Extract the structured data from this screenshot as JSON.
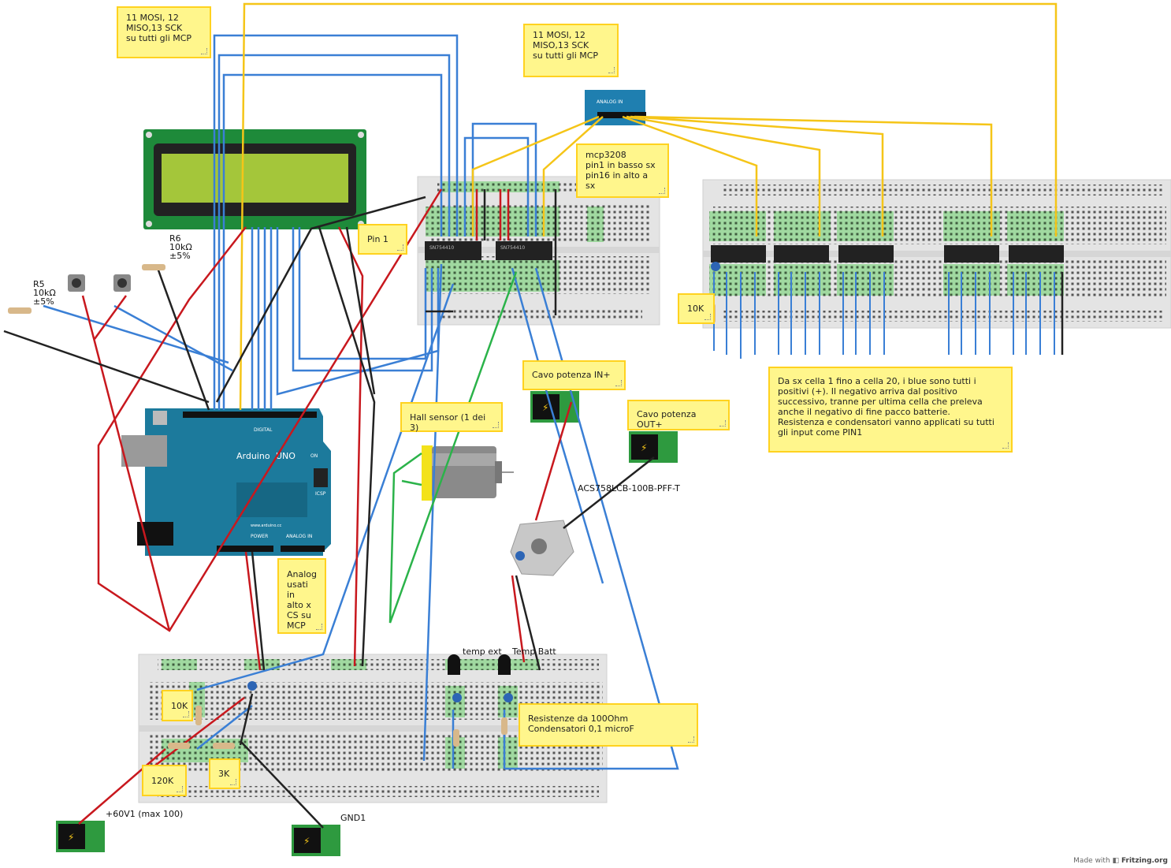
{
  "notes": {
    "spi_left": "11 MOSI, 12\nMISO,13 SCK\nsu tutti gli MCP",
    "spi_right": "11 MOSI, 12\nMISO,13 SCK\nsu tutti gli MCP",
    "mcp3208": "mcp3208\npin1 in basso sx\npin16 in alto a sx",
    "pin1": "Pin 1",
    "hall": "Hall sensor (1 dei 3)",
    "cavo_in": "Cavo potenza IN+",
    "cavo_out": "Cavo potenza OUT+",
    "description": "Da sx cella 1 fino a cella 20, i blue sono tutti i positivi (+). Il negativo arriva dal positivo successivo, tranne per ultima cella che preleva anche il negativo di fine pacco batterie.\nResistenza e condensatori vanno applicati su tutti gli input come PIN1",
    "analog": "Analog\nusati in\nalto x\nCS su\nMCP",
    "resistenze": "Resistenze da 100Ohm\nCondensatori 0,1 microF",
    "r10k_top": "10K",
    "r10k_bottom": "10K",
    "r120k": "120K",
    "r3k": "3K"
  },
  "labels": {
    "r6": "R6\n10kΩ\n±5%",
    "r5": "R5\n10kΩ\n±5%",
    "acs": "ACS758LCB-100B-PFF-T",
    "temp_ext": "temp ext",
    "temp_batt": "Temp Batt",
    "v60": "+60V1 (max 100)",
    "gnd1": "GND1",
    "chip": "SN754410",
    "arduino_brand": "Arduino",
    "arduino_model": "UNO",
    "analog_in": "ANALOG IN",
    "digital": "DIGITAL",
    "power": "POWER",
    "icsp": "ICSP",
    "on": "ON",
    "url": "www.arduino.cc",
    "adc_label": "ANALOG IN"
  },
  "footer": {
    "made_with": "Made with",
    "brand": "Fritzing.org"
  },
  "colors": {
    "note_bg": "#fff68c",
    "note_border": "#ffd21f",
    "wire_blue": "#3a7fd5",
    "wire_yellow": "#f5c518",
    "wire_red": "#c8181e",
    "wire_black": "#222222",
    "wire_green": "#2bb34a",
    "arduino": "#1c7a9c",
    "breadboard": "#e4e4e4",
    "lcd_pcb": "#1e8a3a",
    "lcd_screen": "#a4c63a"
  }
}
